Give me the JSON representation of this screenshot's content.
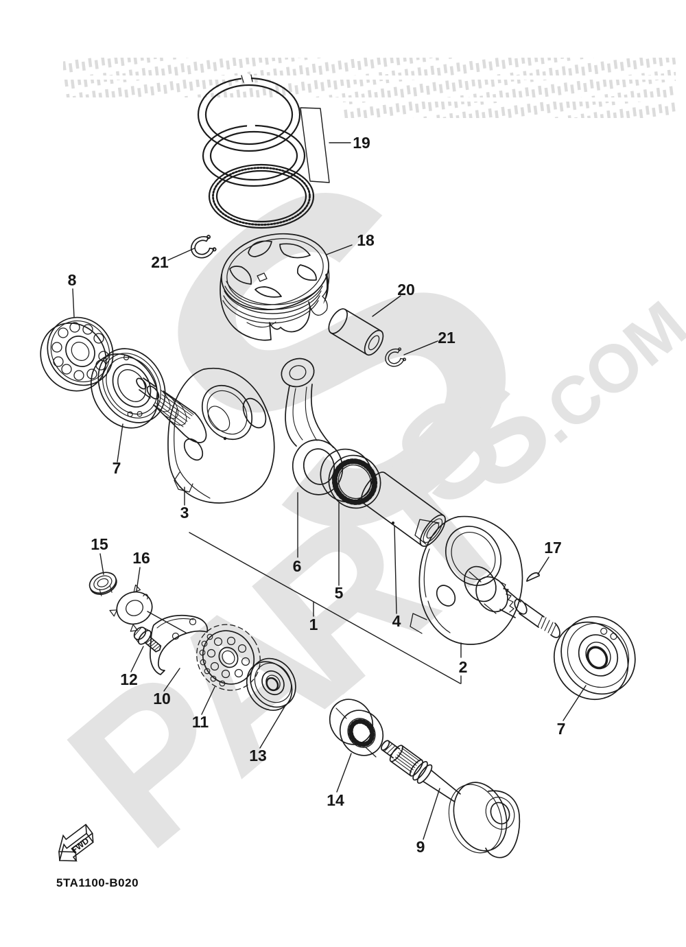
{
  "page": {
    "background": "#ffffff"
  },
  "watermark": {
    "letters": [
      "P",
      "A",
      "R",
      "T",
      "S",
      "S",
      "S"
    ],
    "suffix": ".COM",
    "color": "#e3e3e3",
    "hatch_color": "#dcdcdc"
  },
  "diagram": {
    "code": "5TA1100-B020",
    "fwd_label": "FWD",
    "line_color": "#1b1b1b"
  },
  "callouts": [
    {
      "num": "19"
    },
    {
      "num": "21"
    },
    {
      "num": "18"
    },
    {
      "num": "20"
    },
    {
      "num": "21"
    },
    {
      "num": "8"
    },
    {
      "num": "7"
    },
    {
      "num": "3"
    },
    {
      "num": "15"
    },
    {
      "num": "16"
    },
    {
      "num": "6"
    },
    {
      "num": "5"
    },
    {
      "num": "1"
    },
    {
      "num": "4"
    },
    {
      "num": "17"
    },
    {
      "num": "2"
    },
    {
      "num": "12"
    },
    {
      "num": "10"
    },
    {
      "num": "11"
    },
    {
      "num": "13"
    },
    {
      "num": "7"
    },
    {
      "num": "14"
    },
    {
      "num": "9"
    }
  ]
}
